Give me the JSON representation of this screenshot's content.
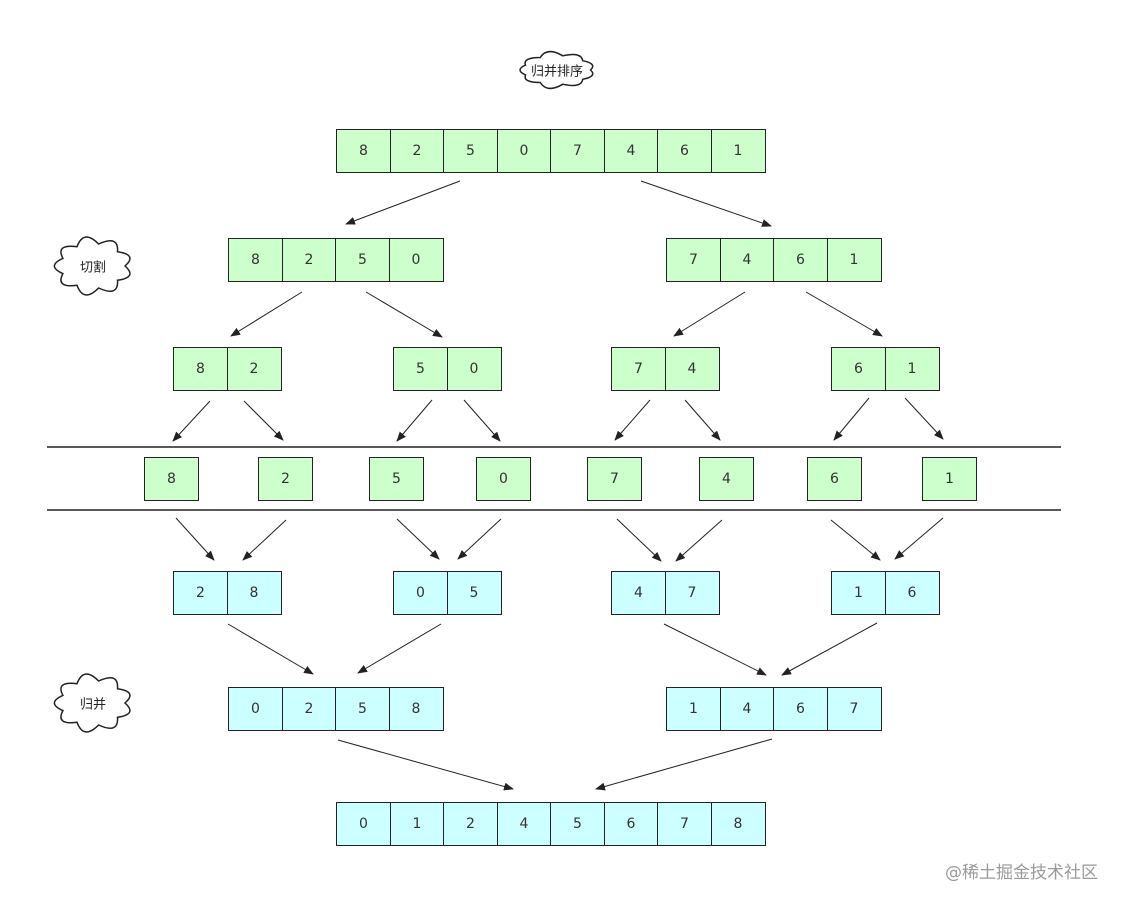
{
  "labels": {
    "title": "归并排序",
    "split": "切割",
    "merge": "归并",
    "watermark": "@稀土掘金技术社区"
  },
  "colors": {
    "split_fill": "#ccffcc",
    "merge_fill": "#ccffff",
    "stroke": "#222222"
  },
  "levels": {
    "root": [
      "8",
      "2",
      "5",
      "0",
      "7",
      "4",
      "6",
      "1"
    ],
    "split_halves": [
      [
        "8",
        "2",
        "5",
        "0"
      ],
      [
        "7",
        "4",
        "6",
        "1"
      ]
    ],
    "split_pairs": [
      [
        "8",
        "2"
      ],
      [
        "5",
        "0"
      ],
      [
        "7",
        "4"
      ],
      [
        "6",
        "1"
      ]
    ],
    "singles": [
      "8",
      "2",
      "5",
      "0",
      "7",
      "4",
      "6",
      "1"
    ],
    "merged_pairs": [
      [
        "2",
        "8"
      ],
      [
        "0",
        "5"
      ],
      [
        "4",
        "7"
      ],
      [
        "1",
        "6"
      ]
    ],
    "merged_halves": [
      [
        "0",
        "2",
        "5",
        "8"
      ],
      [
        "1",
        "4",
        "6",
        "7"
      ]
    ],
    "result": [
      "0",
      "1",
      "2",
      "4",
      "5",
      "6",
      "7",
      "8"
    ]
  }
}
